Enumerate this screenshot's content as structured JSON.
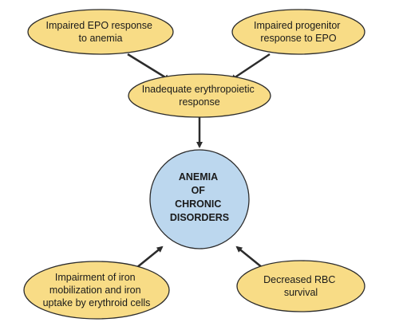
{
  "colors": {
    "oval_fill": "#f8dc86",
    "oval_stroke": "#2b2b2b",
    "center_fill": "#bcd7ee",
    "center_stroke": "#2b2b2b",
    "arrow": "#2b2b2b"
  },
  "nodes": {
    "epo_response": {
      "line1": "Impaired EPO response",
      "line2": "to anemia"
    },
    "progenitor_response": {
      "line1": "Impaired progenitor",
      "line2": "response to EPO"
    },
    "erythropoietic": {
      "line1": "Inadequate erythropoietic",
      "line2": "response"
    },
    "center": {
      "line1": "ANEMIA",
      "line2": "OF",
      "line3": "CHRONIC",
      "line4": "DISORDERS"
    },
    "iron": {
      "line1": "Impairment of iron",
      "line2": "mobilization and iron",
      "line3": "uptake by erythroid cells"
    },
    "rbc": {
      "line1": "Decreased RBC",
      "line2": "survival"
    }
  }
}
